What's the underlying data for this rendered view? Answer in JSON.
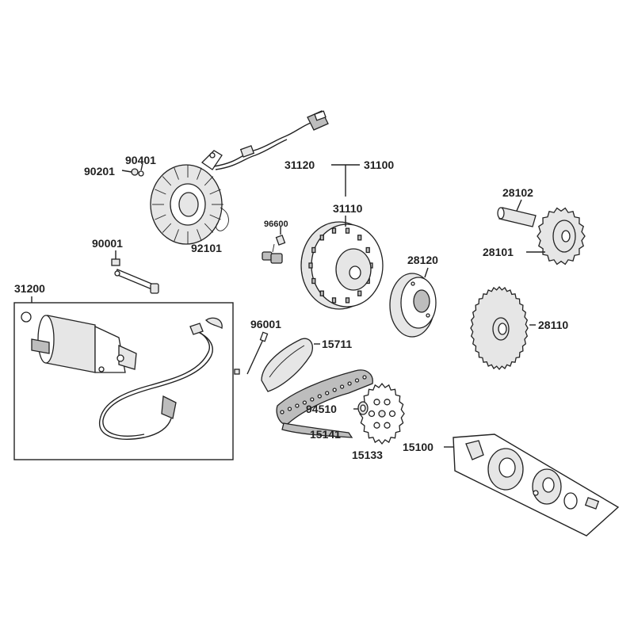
{
  "labels": {
    "p90201": "90201",
    "p90401": "90401",
    "p92101": "92101",
    "p90001": "90001",
    "p31200": "31200",
    "p96600": "96600",
    "p31120": "31120",
    "p31100": "31100",
    "p31110": "31110",
    "p28102": "28102",
    "p28101": "28101",
    "p28120": "28120",
    "p28110": "28110",
    "p96001": "96001",
    "p15711": "15711",
    "p94510": "94510",
    "p15141": "15141",
    "p15133": "15133",
    "p15100": "15100"
  }
}
